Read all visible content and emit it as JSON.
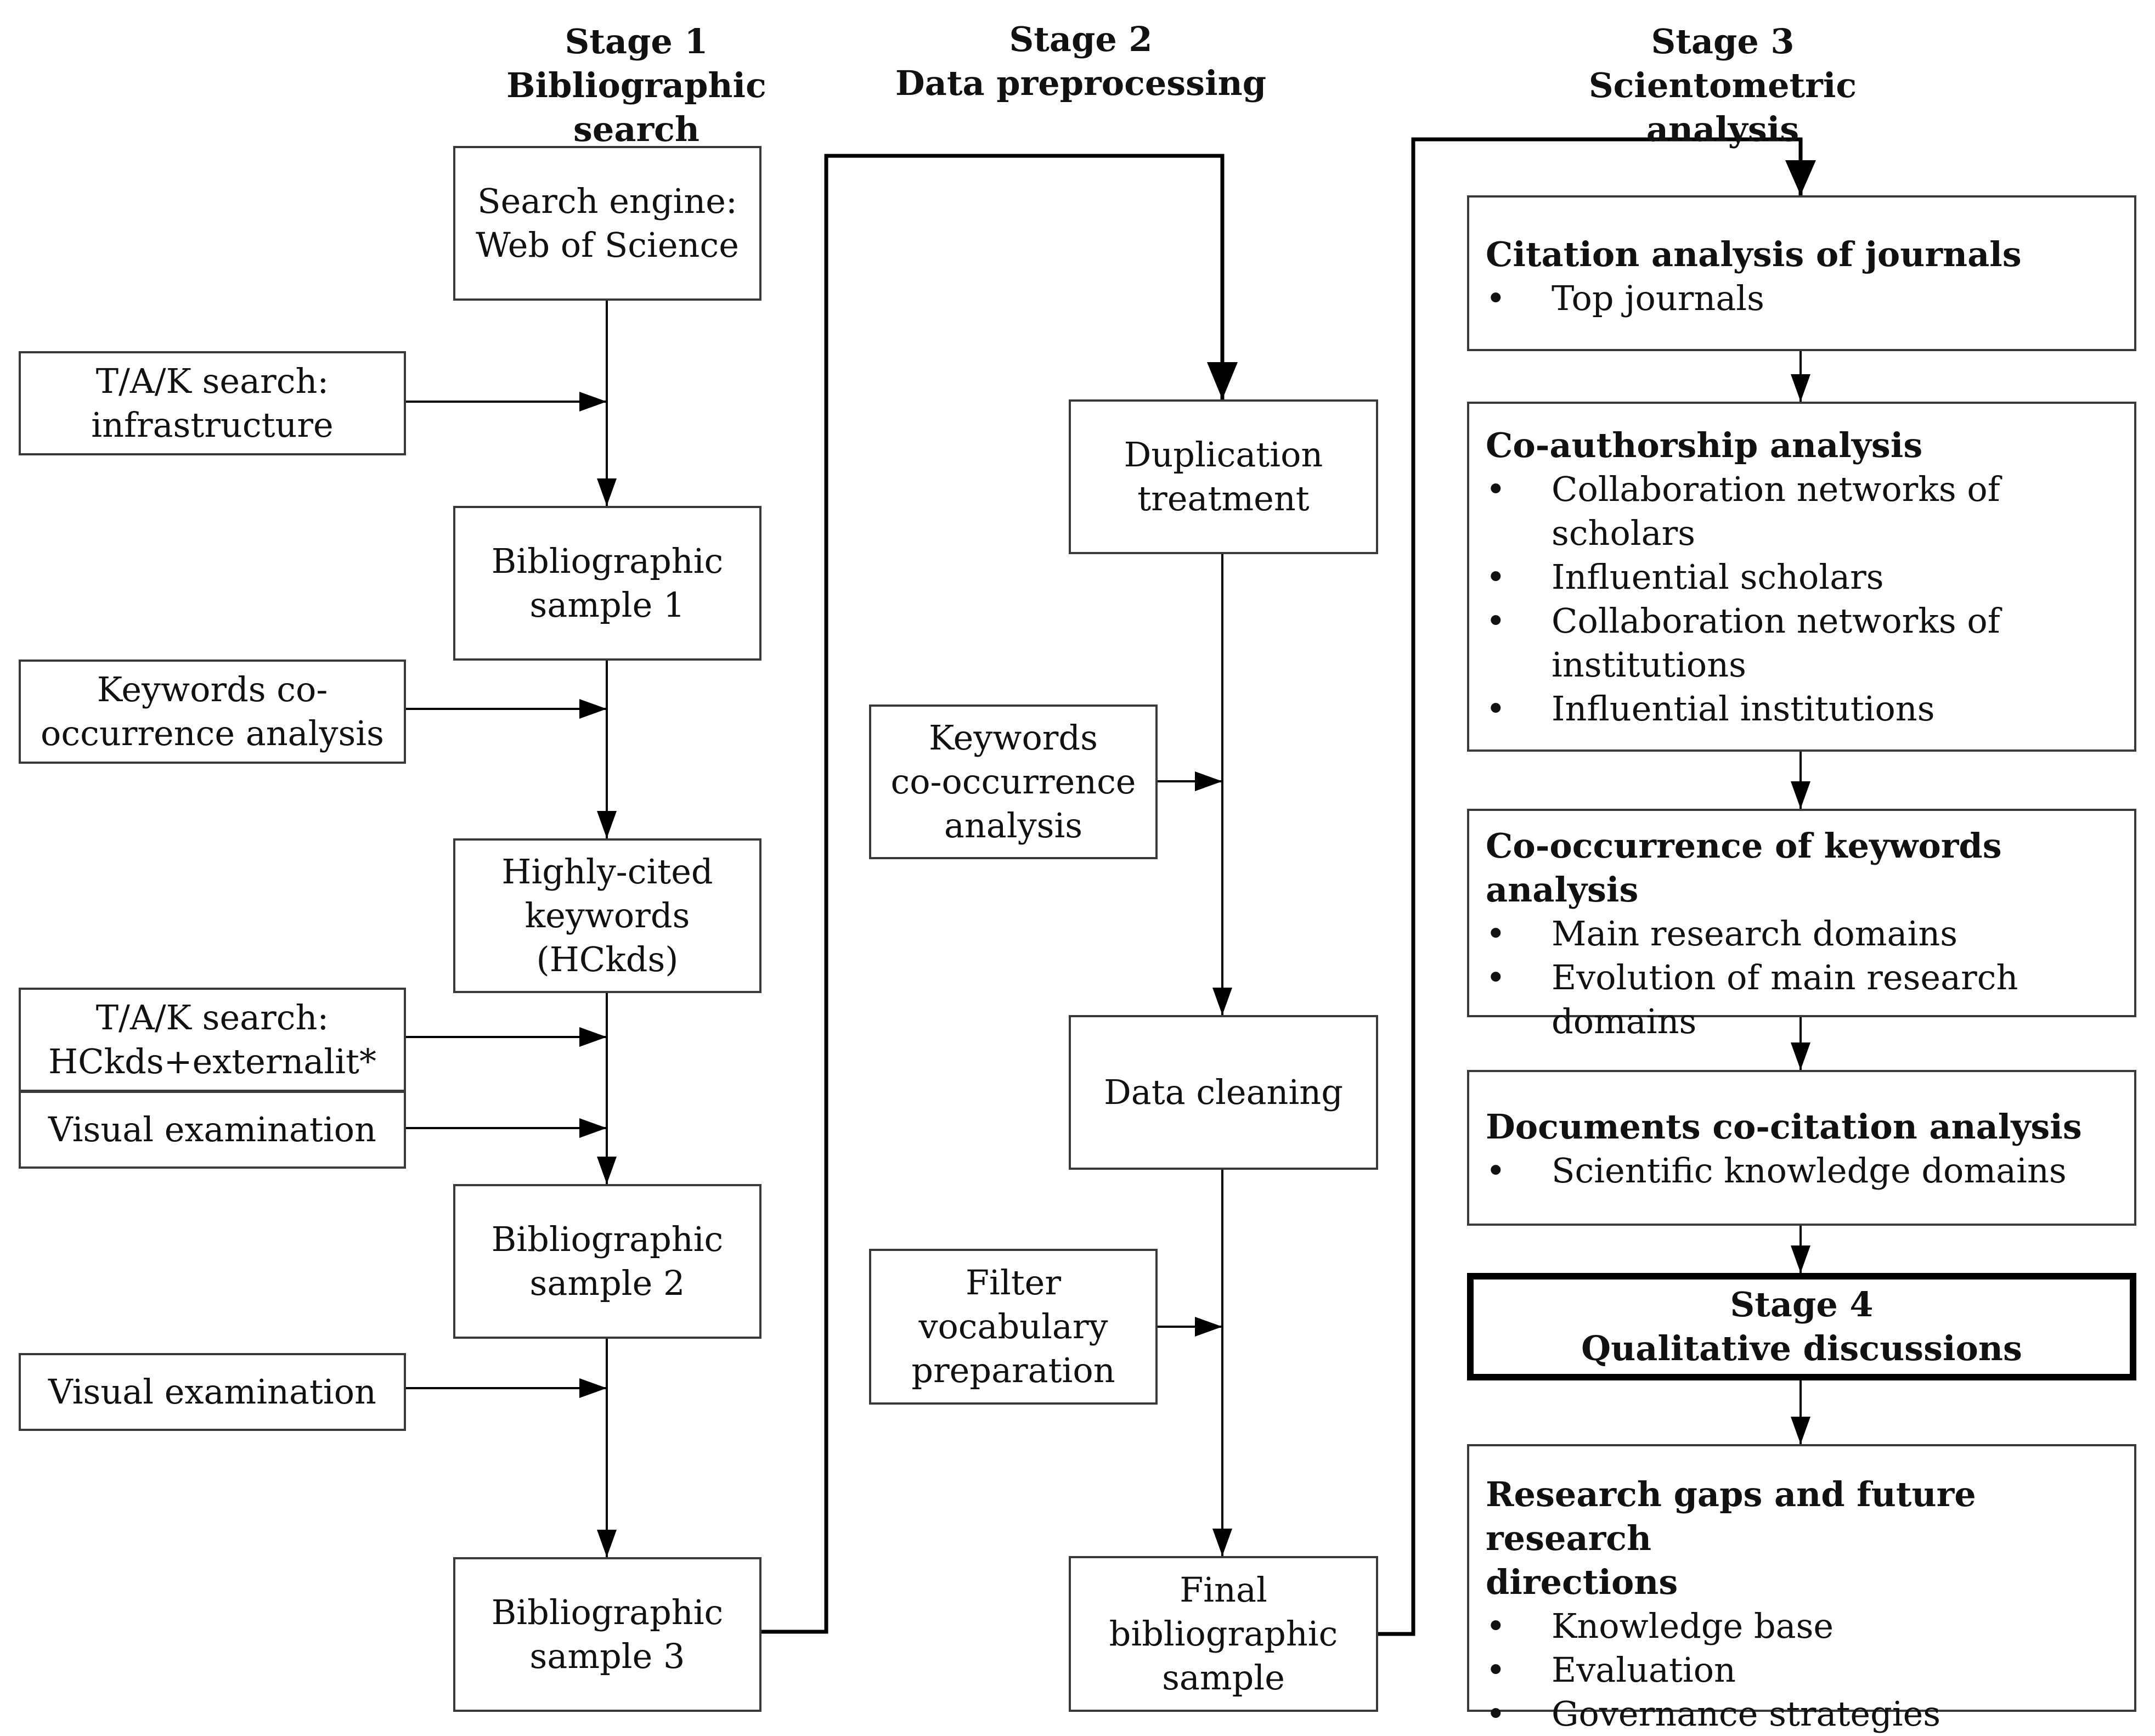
{
  "stages": {
    "stage1": "Stage 1\nBibliographic search",
    "stage2": "Stage 2\nData preprocessing",
    "stage3": "Stage 3\nScientometric analysis"
  },
  "stage1": {
    "search_engine": "Search engine:\nWeb of Science",
    "tak_infra": "T/A/K search:\ninfrastructure",
    "sample1": "Bibliographic\nsample 1",
    "keywords_cooc": "Keywords co-\noccurrence analysis",
    "highly_cited": "Highly-cited\nkeywords\n(HCkds)",
    "tak_hckds": "T/A/K search:\nHCkds+externalit*",
    "visual1": "Visual examination",
    "sample2": "Bibliographic\nsample 2",
    "visual2": "Visual examination",
    "sample3": "Bibliographic\nsample 3"
  },
  "stage2": {
    "duplication": "Duplication\ntreatment",
    "keywords_cooc": "Keywords\nco-occurrence\nanalysis",
    "cleaning": "Data cleaning",
    "filter_vocab": "Filter\nvocabulary\npreparation",
    "final_sample": "Final\nbibliographic\nsample"
  },
  "stage3": {
    "citation": {
      "heading": "Citation analysis of journals",
      "items": [
        "Top journals"
      ]
    },
    "coauthorship": {
      "heading": "Co-authorship analysis",
      "items": [
        "Collaboration networks of\nscholars",
        "Influential scholars",
        "Collaboration networks of\ninstitutions",
        "Influential institutions"
      ]
    },
    "cooccurrence": {
      "heading": "Co-occurrence of keywords analysis",
      "items": [
        "Main research domains",
        "Evolution of main research\ndomains"
      ]
    },
    "cocitation": {
      "heading": "Documents co-citation analysis",
      "items": [
        "Scientific knowledge domains"
      ]
    },
    "stage4": "Stage 4\nQualitative discussions",
    "gaps": {
      "heading": "Research gaps and future research\ndirections",
      "items": [
        "Knowledge base",
        "Evaluation",
        "Governance strategies"
      ]
    }
  }
}
